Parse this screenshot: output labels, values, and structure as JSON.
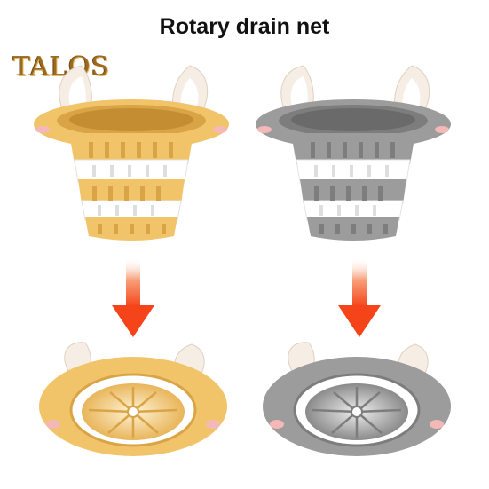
{
  "title": "Rotary drain net",
  "brand": "TALOS",
  "colors": {
    "yellow_body": "#f2c46a",
    "yellow_dark": "#d9a445",
    "gray_body": "#9c9c9c",
    "gray_dark": "#7d7d7d",
    "arrow": "#f5431a",
    "ear_inner": "#f4b8b8"
  },
  "products": [
    {
      "color_name": "yellow",
      "state": "extended"
    },
    {
      "color_name": "gray",
      "state": "extended"
    },
    {
      "color_name": "yellow",
      "state": "collapsed"
    },
    {
      "color_name": "gray",
      "state": "collapsed"
    }
  ]
}
